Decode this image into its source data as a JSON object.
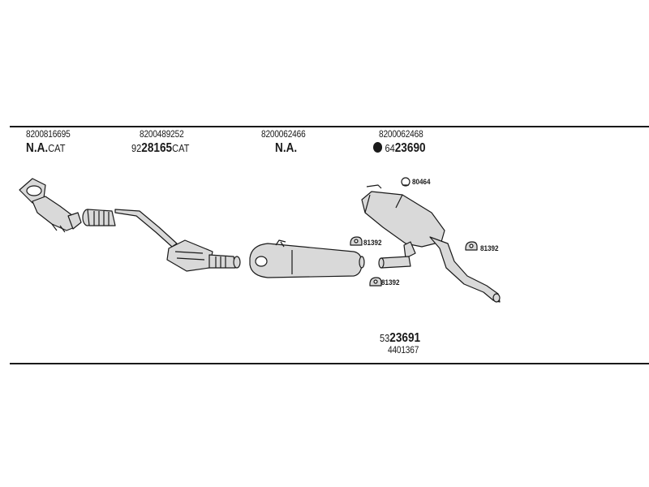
{
  "groups": [
    {
      "part_number": "8200816695",
      "ref_main": "N.A.",
      "ref_suffix": "CAT"
    },
    {
      "part_number": "8200489252",
      "ref_prefix": "92",
      "ref_main": "28165",
      "ref_suffix": "CAT"
    },
    {
      "part_number": "8200062466",
      "ref_main": "N.A."
    },
    {
      "part_number": "8200062468",
      "ref_prefix": "64",
      "ref_main": "23690"
    }
  ],
  "bottom": {
    "ref_prefix": "53",
    "ref_main": "23691",
    "part_number": "4401367"
  },
  "clamps": [
    "80464",
    "81392",
    "81392",
    "81392"
  ],
  "colors": {
    "line": "#1a1a1a",
    "fill": "#d9d9d9",
    "background": "#ffffff"
  }
}
